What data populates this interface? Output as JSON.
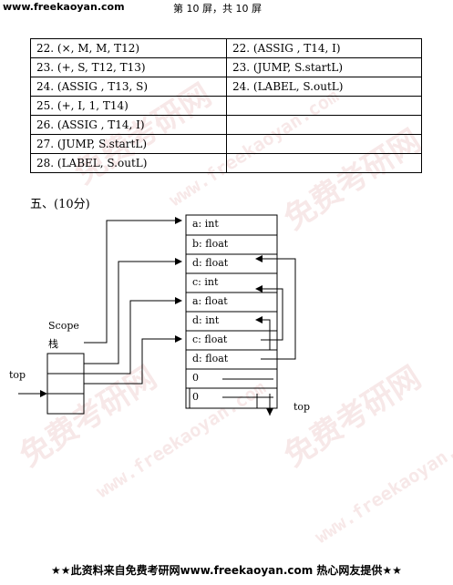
{
  "header": {
    "site": "www.freekaoyan.com",
    "page": "第 10 屏，共 10 屏"
  },
  "quadruples": {
    "left": [
      "22. (×, M, M, T12)",
      "23. (+, S, T12, T13)",
      "24. (ASSIG , T13, S)",
      "25. (+, I, 1, T14)",
      "26. (ASSIG , T14, I)",
      "27. (JUMP, S.startL)",
      "28. (LABEL, S.outL)"
    ],
    "right": [
      "22. (ASSIG , T14, I)",
      "23. (JUMP, S.startL)",
      "24. (LABEL, S.outL)",
      "",
      "",
      "",
      ""
    ]
  },
  "section": {
    "title": "五、(10分)"
  },
  "diagram": {
    "symtab_entries": [
      "a: int",
      "b: float",
      "d: float",
      "c: int",
      "a: float",
      "d: int",
      "c: float",
      "d: float",
      "0",
      "0"
    ],
    "scope_label": "Scope",
    "stack_label": "栈",
    "top_left_label": "top",
    "top_right_label": "top"
  },
  "watermark": {
    "big": "免费考研网",
    "small": "www.freekaoyan.com"
  },
  "footer": {
    "text": "★★此资料来自免费考研网www.freekaoyan.com 热心网友提供★★"
  },
  "colors": {
    "watermark": "#dc9696",
    "ink": "#000000"
  }
}
